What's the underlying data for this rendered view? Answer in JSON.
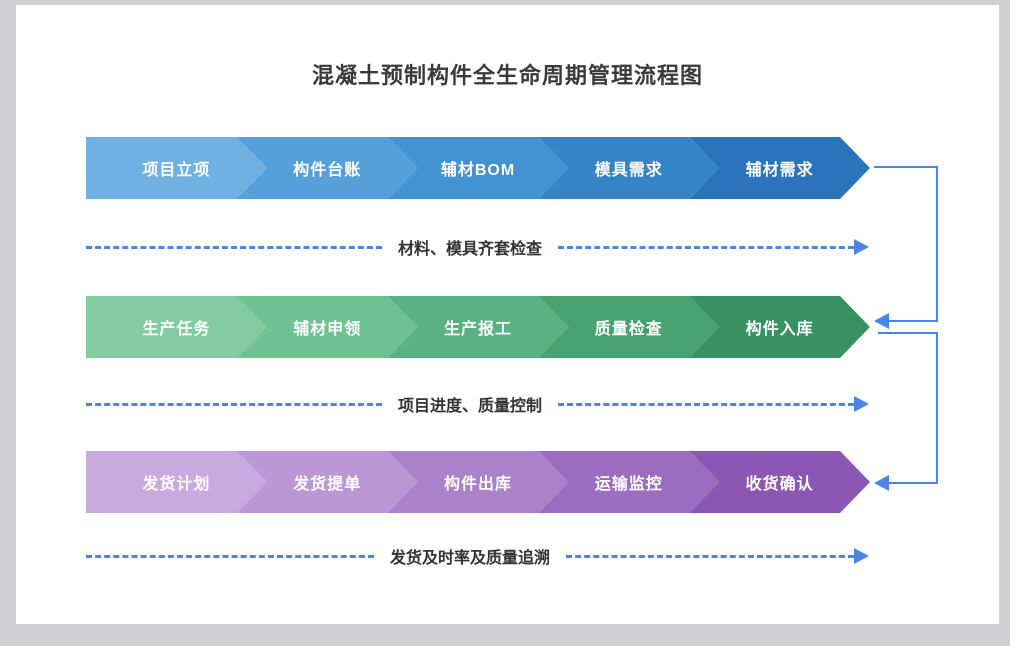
{
  "title": "混凝土预制构件全生命周期管理流程图",
  "colors": {
    "page_background": "#d0d0d2",
    "card_background": "#ffffff",
    "title_text": "#3a3a3a",
    "step_text": "#ffffff",
    "connector": "#4a86e8",
    "dash_line": "#4a86e8",
    "checkpoint_text": "#333333"
  },
  "flow_rows": [
    {
      "name": "planning",
      "steps": [
        {
          "label": "项目立项",
          "color": "#70b1e2"
        },
        {
          "label": "构件台账",
          "color": "#55a0da"
        },
        {
          "label": "辅材BOM",
          "color": "#4392d1"
        },
        {
          "label": "模具需求",
          "color": "#3484c7"
        },
        {
          "label": "辅材需求",
          "color": "#2b73bb"
        }
      ],
      "checkpoint": {
        "label": "材料、模具齐套检查"
      }
    },
    {
      "name": "production",
      "steps": [
        {
          "label": "生产任务",
          "color": "#84cba2"
        },
        {
          "label": "辅材申领",
          "color": "#6fc192"
        },
        {
          "label": "生产报工",
          "color": "#5ab181"
        },
        {
          "label": "质量检查",
          "color": "#47a26f"
        },
        {
          "label": "构件入库",
          "color": "#399061"
        }
      ],
      "checkpoint": {
        "label": "项目进度、质量控制"
      }
    },
    {
      "name": "shipping",
      "steps": [
        {
          "label": "发货计划",
          "color": "#c8aadf"
        },
        {
          "label": "发货提单",
          "color": "#bb97d6"
        },
        {
          "label": "构件出库",
          "color": "#ab81ca"
        },
        {
          "label": "运输监控",
          "color": "#9c6cc0"
        },
        {
          "label": "收货确认",
          "color": "#8c57b4"
        }
      ],
      "checkpoint": {
        "label": "发货及时率及质量追溯"
      }
    }
  ]
}
